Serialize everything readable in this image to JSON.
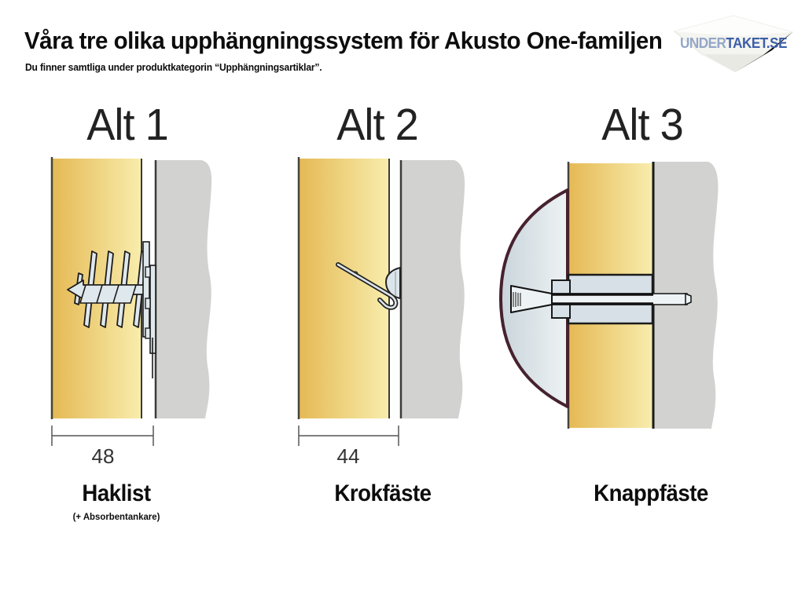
{
  "header": {
    "title": "Våra tre olika upphängningssystem för Akusto One-familjen",
    "subtitle": "Du finner samtliga under produktkategorin “Upphängningsartiklar”."
  },
  "logo": {
    "text_light": "UNDER",
    "text_dark": "TAKET.SE",
    "color_light": "#93a7c8",
    "color_dark": "#3c5ea9"
  },
  "columns": [
    {
      "heading": "Alt 1",
      "label": "Haklist",
      "sublabel": "(+ Absorbentankare)",
      "dimension": "48",
      "diagram": "screw-anchor into absorber panel hooked on wall batten"
    },
    {
      "heading": "Alt 2",
      "label": "Krokfäste",
      "sublabel": "",
      "dimension": "44",
      "diagram": "wire hook resting on wall screw"
    },
    {
      "heading": "Alt 3",
      "label": "Knappfäste",
      "sublabel": "",
      "dimension": "",
      "diagram": "button fastener screwed through panel into wall"
    }
  ],
  "colors": {
    "panel_gold_dark": "#e5b954",
    "panel_gold_light": "#f8edad",
    "wall_gray": "#d2d2d0",
    "metal_light": "#dfe8ec",
    "outline_dark": "#1c1c1c",
    "dome_outline_maroon": "#46222e"
  }
}
